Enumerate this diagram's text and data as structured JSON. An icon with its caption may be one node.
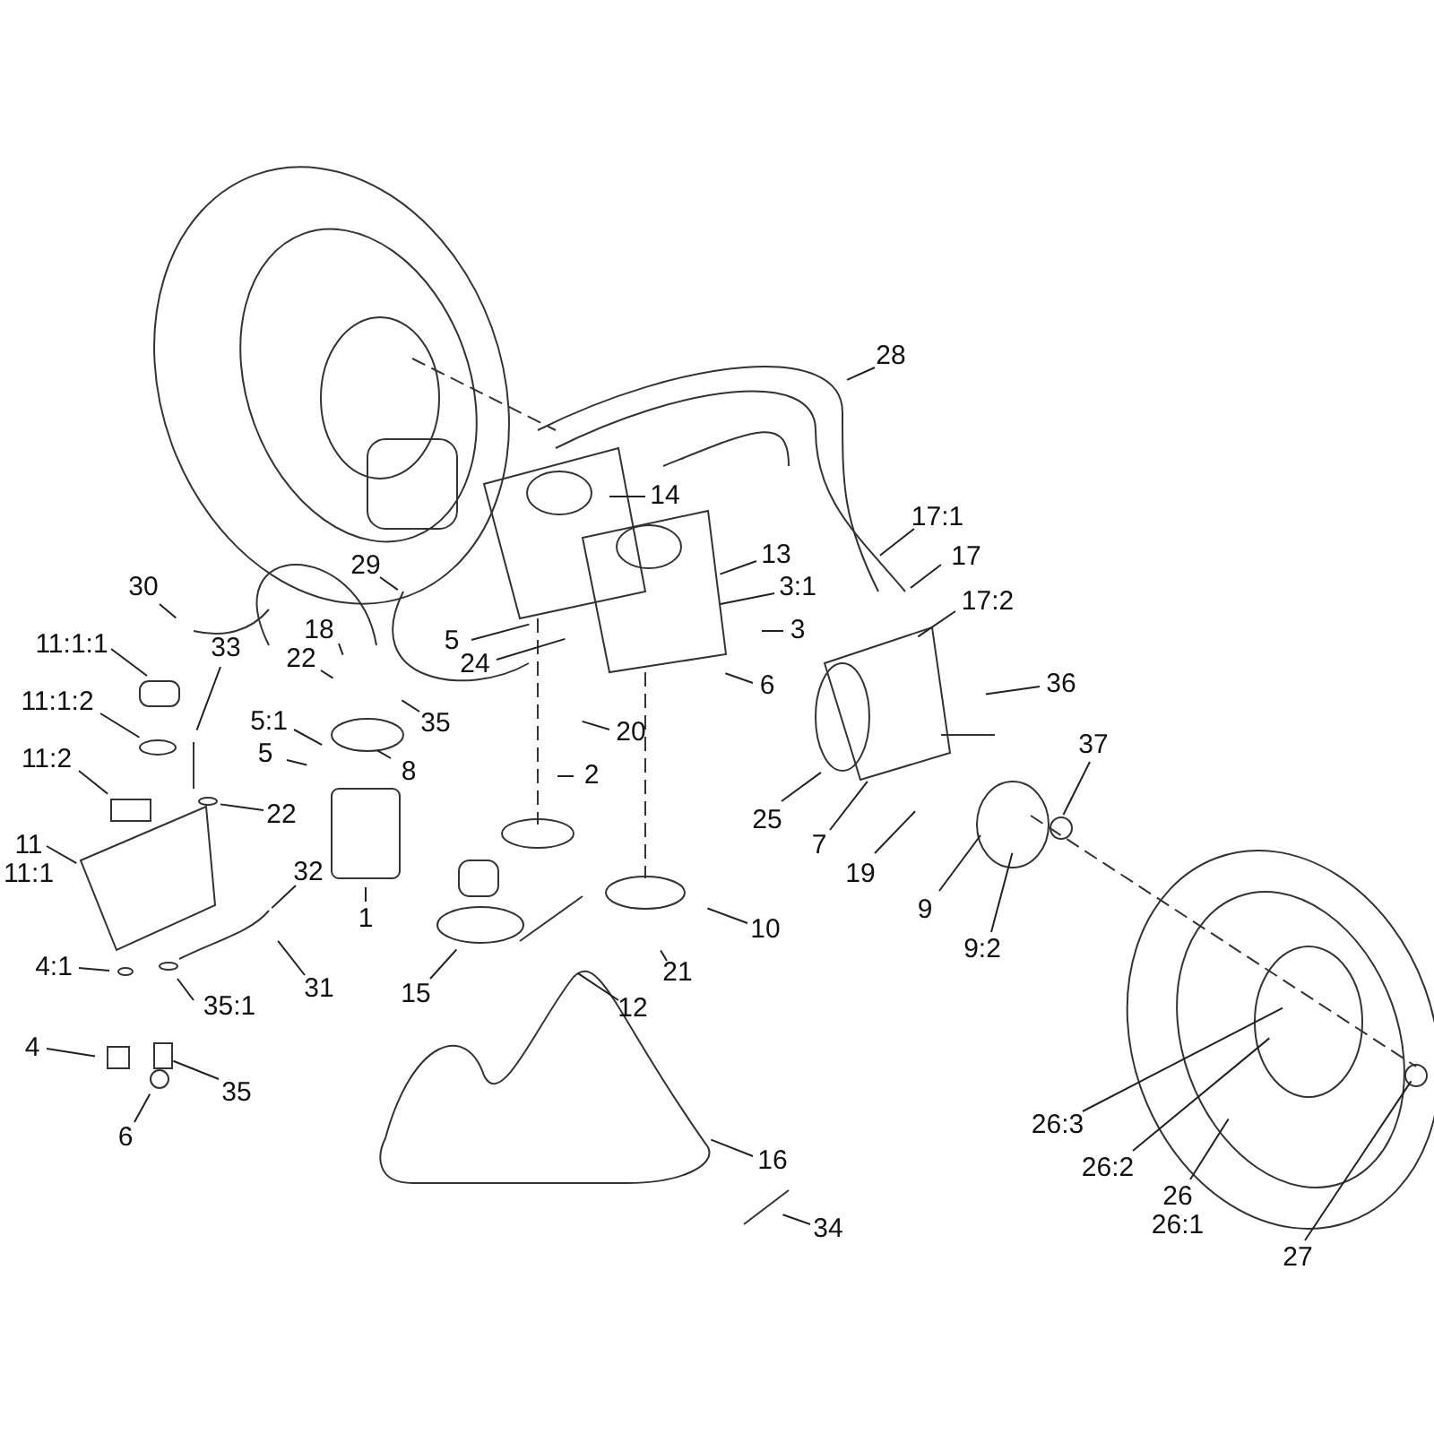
{
  "diagram": {
    "nodes": [
      {
        "text": [
          "28"
        ]
      },
      {
        "text": [
          "14"
        ]
      },
      {
        "text": [
          "13"
        ]
      },
      {
        "text": [
          "3:1"
        ]
      },
      {
        "text": [
          "3"
        ]
      },
      {
        "text": [
          "6"
        ]
      },
      {
        "text": [
          "17:1"
        ]
      },
      {
        "text": [
          "17"
        ]
      },
      {
        "text": [
          "17:2"
        ]
      },
      {
        "text": [
          "36"
        ]
      },
      {
        "text": [
          "37"
        ]
      },
      {
        "text": [
          "29"
        ]
      },
      {
        "text": [
          "30"
        ]
      },
      {
        "text": [
          "18"
        ]
      },
      {
        "text": [
          "22"
        ]
      },
      {
        "text": [
          "5:1"
        ]
      },
      {
        "text": [
          "35"
        ]
      },
      {
        "text": [
          "8"
        ]
      },
      {
        "text": [
          "5"
        ]
      },
      {
        "text": [
          "5"
        ]
      },
      {
        "text": [
          "24"
        ]
      },
      {
        "text": [
          "20"
        ]
      },
      {
        "text": [
          "2"
        ]
      },
      {
        "text": [
          "33"
        ]
      },
      {
        "text": [
          "11:1:1"
        ]
      },
      {
        "text": [
          "11:1:2"
        ]
      },
      {
        "text": [
          "11:2"
        ]
      },
      {
        "text": [
          "22"
        ]
      },
      {
        "text": [
          "11",
          "11:1"
        ]
      },
      {
        "text": [
          "32"
        ]
      },
      {
        "text": [
          "31"
        ]
      },
      {
        "text": [
          "1"
        ]
      },
      {
        "text": [
          "4:1"
        ]
      },
      {
        "text": [
          "35:1"
        ]
      },
      {
        "text": [
          "4"
        ]
      },
      {
        "text": [
          "35"
        ]
      },
      {
        "text": [
          "6"
        ]
      },
      {
        "text": [
          "25"
        ]
      },
      {
        "text": [
          "7"
        ]
      },
      {
        "text": [
          "19"
        ]
      },
      {
        "text": [
          "9"
        ]
      },
      {
        "text": [
          "9:2"
        ]
      },
      {
        "text": [
          "10"
        ]
      },
      {
        "text": [
          "21"
        ]
      },
      {
        "text": [
          "15"
        ]
      },
      {
        "text": [
          "12"
        ]
      },
      {
        "text": [
          "16"
        ]
      },
      {
        "text": [
          "34"
        ]
      },
      {
        "text": [
          "26:3"
        ]
      },
      {
        "text": [
          "26:2"
        ]
      },
      {
        "text": [
          "26",
          "26:1"
        ]
      },
      {
        "text": [
          "27"
        ]
      }
    ],
    "edges": [
      {
        "from": 0,
        "to": null,
        "arrow": "none"
      },
      {
        "from": 1,
        "to": null,
        "arrow": "none"
      },
      {
        "from": 2,
        "to": null,
        "arrow": "none"
      },
      {
        "from": 3,
        "to": null,
        "arrow": "none"
      },
      {
        "from": 4,
        "to": null,
        "arrow": "none"
      },
      {
        "from": 5,
        "to": null,
        "arrow": "none"
      },
      {
        "from": 6,
        "to": null,
        "arrow": "none"
      },
      {
        "from": 7,
        "to": null,
        "arrow": "none"
      },
      {
        "from": 8,
        "to": null,
        "arrow": "none"
      },
      {
        "from": 9,
        "to": null,
        "arrow": "none"
      },
      {
        "from": 10,
        "to": null,
        "arrow": "none"
      },
      {
        "from": 11,
        "to": null,
        "arrow": "none"
      },
      {
        "from": 12,
        "to": null,
        "arrow": "none"
      },
      {
        "from": 13,
        "to": null,
        "arrow": "none"
      },
      {
        "from": 14,
        "to": null,
        "arrow": "none"
      },
      {
        "from": 15,
        "to": null,
        "arrow": "none"
      },
      {
        "from": 16,
        "to": null,
        "arrow": "none"
      },
      {
        "from": 17,
        "to": null,
        "arrow": "none"
      },
      {
        "from": 18,
        "to": null,
        "arrow": "none"
      },
      {
        "from": 19,
        "to": null,
        "arrow": "none"
      },
      {
        "from": 20,
        "to": null,
        "arrow": "none"
      },
      {
        "from": 21,
        "to": null,
        "arrow": "none"
      },
      {
        "from": 22,
        "to": null,
        "arrow": "none"
      },
      {
        "from": 23,
        "to": null,
        "arrow": "none"
      },
      {
        "from": 24,
        "to": null,
        "arrow": "none"
      },
      {
        "from": 25,
        "to": null,
        "arrow": "none"
      },
      {
        "from": 26,
        "to": null,
        "arrow": "none"
      },
      {
        "from": 27,
        "to": null,
        "arrow": "none"
      },
      {
        "from": 28,
        "to": null,
        "arrow": "none"
      },
      {
        "from": 29,
        "to": null,
        "arrow": "none"
      },
      {
        "from": 30,
        "to": null,
        "arrow": "none"
      },
      {
        "from": 31,
        "to": null,
        "arrow": "none"
      },
      {
        "from": 32,
        "to": null,
        "arrow": "none"
      },
      {
        "from": 33,
        "to": null,
        "arrow": "none"
      },
      {
        "from": 34,
        "to": null,
        "arrow": "none"
      },
      {
        "from": 35,
        "to": null,
        "arrow": "none"
      },
      {
        "from": 36,
        "to": null,
        "arrow": "none"
      },
      {
        "from": 37,
        "to": null,
        "arrow": "none"
      },
      {
        "from": 38,
        "to": null,
        "arrow": "none"
      },
      {
        "from": 39,
        "to": null,
        "arrow": "none"
      },
      {
        "from": 40,
        "to": null,
        "arrow": "none"
      },
      {
        "from": 41,
        "to": null,
        "arrow": "none"
      },
      {
        "from": 42,
        "to": null,
        "arrow": "none"
      },
      {
        "from": 43,
        "to": null,
        "arrow": "none"
      },
      {
        "from": 44,
        "to": null,
        "arrow": "none"
      },
      {
        "from": 45,
        "to": null,
        "arrow": "none"
      },
      {
        "from": 46,
        "to": null,
        "arrow": "none"
      },
      {
        "from": 47,
        "to": null,
        "arrow": "none"
      },
      {
        "from": 48,
        "to": null,
        "arrow": "none"
      },
      {
        "from": 49,
        "to": null,
        "arrow": "none"
      },
      {
        "from": 50,
        "to": null,
        "arrow": "none"
      },
      {
        "from": 51,
        "to": null,
        "arrow": "none"
      }
    ]
  }
}
